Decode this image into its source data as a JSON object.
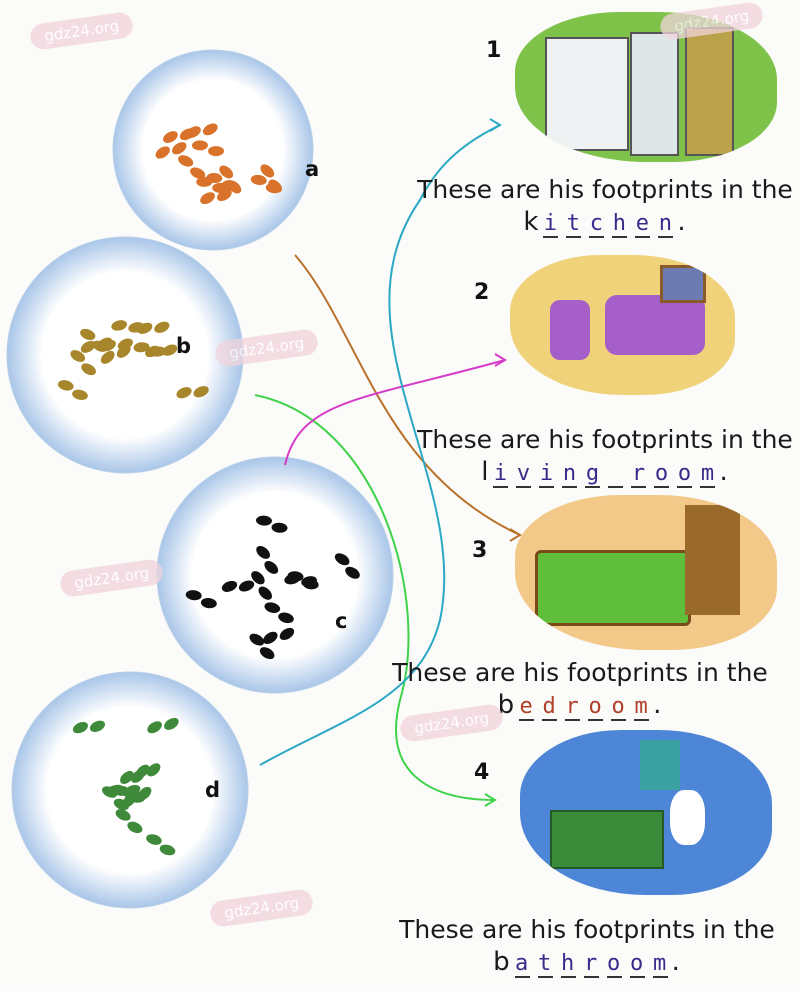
{
  "circles": [
    {
      "label": "a",
      "color": "#d9722a"
    },
    {
      "label": "b",
      "color": "#a8862c"
    },
    {
      "label": "c",
      "color": "#111111"
    },
    {
      "label": "d",
      "color": "#3f8a3a"
    }
  ],
  "rooms": [
    {
      "number": "1",
      "sentence": "These are his footprints in the",
      "prefix": "k",
      "letters": [
        "i",
        "t",
        "c",
        "h",
        "e",
        "n"
      ],
      "suffix": ".",
      "answer_color": "#3a2a8c",
      "scene_color": "#7fc24a"
    },
    {
      "number": "2",
      "sentence": "These are his footprints in the",
      "prefix": "l",
      "letters": [
        "i",
        "v",
        "i",
        "n",
        "g",
        "",
        "r",
        "o",
        "o",
        "m"
      ],
      "suffix": ".",
      "answer_color": "#3a2a8c",
      "scene_color": "#f0d27a"
    },
    {
      "number": "3",
      "sentence": "These are his footprints in the",
      "prefix": "b",
      "letters": [
        "e",
        "d",
        "r",
        "o",
        "o",
        "m"
      ],
      "suffix": ".",
      "answer_color": "#b0402a",
      "scene_color": "#f3c98a"
    },
    {
      "number": "4",
      "sentence": "These are his footprints in the",
      "prefix": "b",
      "letters": [
        "a",
        "t",
        "h",
        "r",
        "o",
        "o",
        "m"
      ],
      "suffix": ".",
      "answer_color": "#3a2a8c",
      "scene_color": "#4d86d6"
    }
  ],
  "watermark": "gdz24.org",
  "links": [
    {
      "from": "a",
      "to": "3",
      "color": "#b8722c"
    },
    {
      "from": "b",
      "to": "4",
      "color": "#3fd24a"
    },
    {
      "from": "c",
      "to": "2",
      "color": "#d63cc8"
    },
    {
      "from": "d",
      "to": "1",
      "color": "#2aa8c4"
    }
  ]
}
